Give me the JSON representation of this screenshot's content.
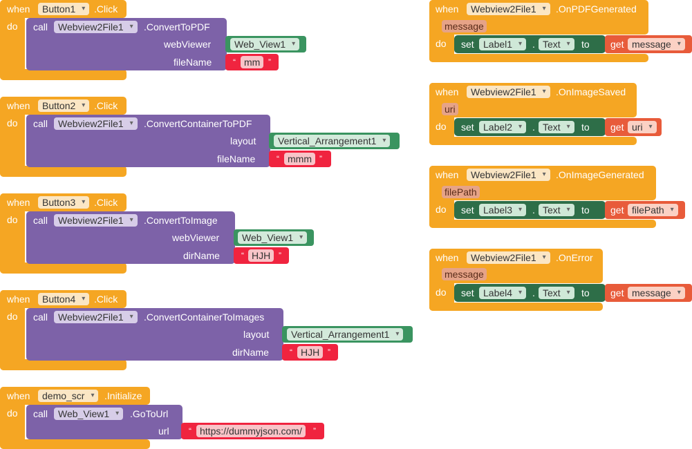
{
  "kw": {
    "when": "when",
    "do": "do",
    "call": "call",
    "set": "set",
    "to": "to",
    "get": "get",
    "dot": ".",
    "lq": "“",
    "rq": "”"
  },
  "events": [
    {
      "component": "Button1",
      "event": ".Click",
      "target": "Webview2File1",
      "method": ".ConvertToPDF",
      "args": [
        {
          "label": "webViewer",
          "kind": "component",
          "value": "Web_View1"
        },
        {
          "label": "fileName",
          "kind": "text",
          "value": "mm"
        }
      ]
    },
    {
      "component": "Button2",
      "event": ".Click",
      "target": "Webview2File1",
      "method": ".ConvertContainerToPDF",
      "args": [
        {
          "label": "layout",
          "kind": "component",
          "value": "Vertical_Arrangement1"
        },
        {
          "label": "fileName",
          "kind": "text",
          "value": "mmm"
        }
      ]
    },
    {
      "component": "Button3",
      "event": ".Click",
      "target": "Webview2File1",
      "method": ".ConvertToImage",
      "args": [
        {
          "label": "webViewer",
          "kind": "component",
          "value": "Web_View1"
        },
        {
          "label": "dirName",
          "kind": "text",
          "value": "HJH"
        }
      ]
    },
    {
      "component": "Button4",
      "event": ".Click",
      "target": "Webview2File1",
      "method": ".ConvertContainerToImages",
      "args": [
        {
          "label": "layout",
          "kind": "component",
          "value": "Vertical_Arrangement1"
        },
        {
          "label": "dirName",
          "kind": "text",
          "value": "HJH"
        }
      ]
    },
    {
      "component": "demo_scr",
      "event": ".Initialize",
      "target": "Web_View1",
      "method": ".GoToUrl",
      "args": [
        {
          "label": "url",
          "kind": "text",
          "value": "https://dummyjson.com/"
        }
      ]
    }
  ],
  "handlers": [
    {
      "component": "Webview2File1",
      "event": ".OnPDFGenerated",
      "param": "message",
      "setComp": "Label1",
      "prop": "Text",
      "get": "message"
    },
    {
      "component": "Webview2File1",
      "event": ".OnImageSaved",
      "param": "uri",
      "setComp": "Label2",
      "prop": "Text",
      "get": "uri"
    },
    {
      "component": "Webview2File1",
      "event": ".OnImageGenerated",
      "param": "filePath",
      "setComp": "Label3",
      "prop": "Text",
      "get": "filePath"
    },
    {
      "component": "Webview2File1",
      "event": ".OnError",
      "param": "message",
      "setComp": "Label4",
      "prop": "Text",
      "get": "message"
    }
  ],
  "colors": {
    "event": "#f5a623",
    "procedure": "#7d62a8",
    "component": "#3a9460",
    "text": "#f0243f",
    "setter": "#2e6e48",
    "getter": "#e85b3a"
  }
}
